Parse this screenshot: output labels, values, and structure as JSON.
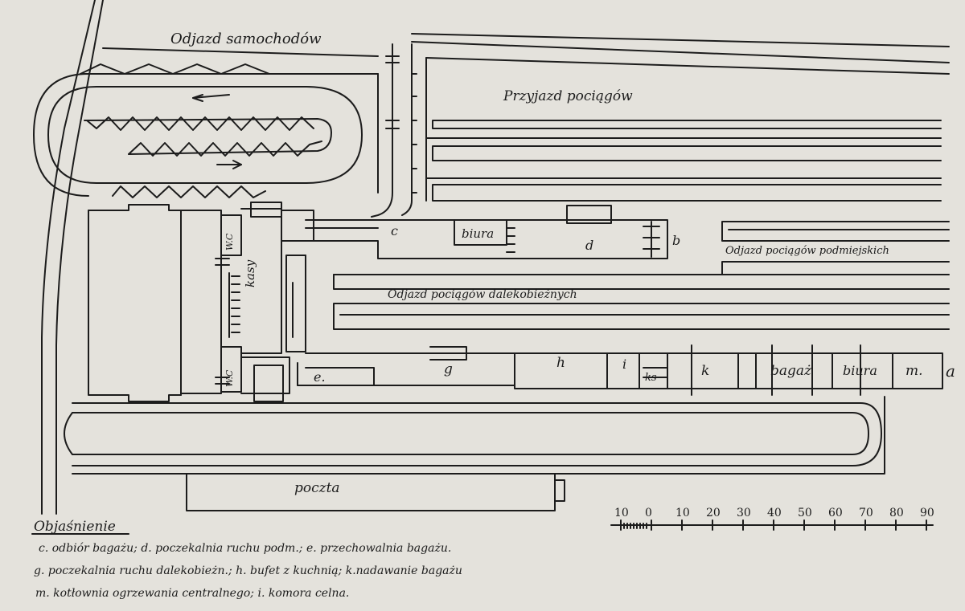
{
  "diagram": {
    "labels": {
      "departure_cars": "Odjazd samochodów",
      "arrival_trains": "Przyjazd pociągów",
      "departure_suburban": "Odjazd pociągów podmiejskich",
      "departure_long_distance": "Odjazd pociągów dalekobieżnych",
      "post_office": "poczta",
      "tickets": "kasy",
      "wc_upper": "W.C",
      "wc_lower": "W.C",
      "room_c": "c",
      "room_biura_upper": "biura",
      "room_d": "d",
      "room_b": "b",
      "room_e": "e.",
      "room_g": "g",
      "room_h": "h",
      "room_i": "i",
      "room_ks": "ks",
      "room_k": "k",
      "room_bagaz": "bagaż",
      "room_biura_lower": "biura",
      "room_m": "m.",
      "room_a": "a"
    },
    "scale_bar": {
      "ticks": [
        "10",
        "0",
        "10",
        "20",
        "30",
        "40",
        "50",
        "60",
        "70",
        "80",
        "90"
      ]
    },
    "legend": {
      "title": "Objaśnienie",
      "lines": [
        "c. odbiór bagażu; d. poczekalnia ruchu podm.; e. przechowalnia bagażu.",
        "g. poczekalnia ruchu dalekobieżn.; h. bufet z kuchnią; k.nadawanie bagażu",
        "m. kotłownia ogrzewania centralnego; i. komora celna."
      ]
    },
    "colors": {
      "ink": "#1c1c1c",
      "paper": "#e4e2dc"
    }
  }
}
